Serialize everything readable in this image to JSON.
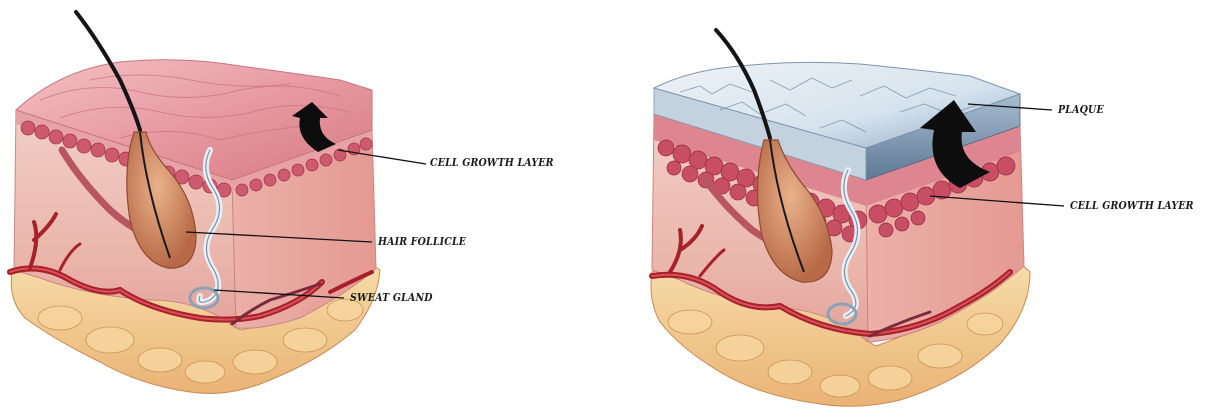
{
  "normal_skin": {
    "labels": {
      "cell_growth_layer": "CELL GROWTH LAYER",
      "hair_follicle": "HAIR FOLLICLE",
      "sweat_gland": "SWEAT GLAND"
    }
  },
  "psoriasis_skin": {
    "labels": {
      "plaque": "PLAQUE",
      "cell_growth_layer": "CELL GROWTH LAYER"
    }
  },
  "colors": {
    "epidermis": "#e7a1a6",
    "growth_layer": "#c9596c",
    "dermis": "#efbfb5",
    "fat": "#f2cd92",
    "vessel": "#a8202a",
    "plaque": "#c9dbe8",
    "arrow": "#0d0d0d",
    "leader": "#111111"
  }
}
